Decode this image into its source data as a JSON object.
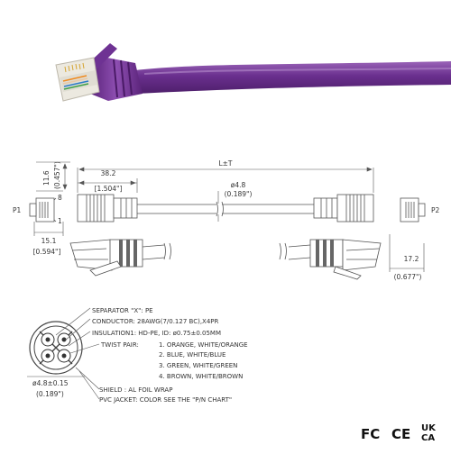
{
  "photo": {
    "cable_color": "#6a2f8e",
    "cable_highlight": "#9a64b8",
    "connector_color": "#e8e6df"
  },
  "drawing": {
    "length": "L±T",
    "plug_length_mm": "38.2",
    "plug_length_in": "[1.504\"]",
    "cable_dia_mm": "ø4.8",
    "cable_dia_in": "(0.189\")",
    "plug_height_mm": "11.6",
    "plug_height_in": "(0.457\")",
    "plug_width_mm": "15.1",
    "plug_width_in": "[0.594\"]",
    "side_width_mm": "17.2",
    "side_width_in": "(0.677\")",
    "pin_8": "8",
    "pin_1": "1",
    "p1": "P1",
    "p2": "P2"
  },
  "cross_section": {
    "separator": "SEPARATOR \"X\": PE",
    "conductor": "CONDUCTOR: 28AWG(7/0.127 BC),X4PR",
    "insulation": "INSULATION1: HD-PE, ID: ø0.75±0.05MM",
    "twist_label": "TWIST PAIR:",
    "pairs": [
      "1. ORANGE, WHITE/ORANGE",
      "2. BLUE, WHITE/BLUE",
      "3. GREEN, WHITE/GREEN",
      "4. BROWN, WHITE/BROWN"
    ],
    "shield": "SHIELD : AL FOIL WRAP",
    "jacket": "PVC JACKET: COLOR SEE THE \"P/N CHART\"",
    "diameter_mm": "ø4.8±0.15",
    "diameter_in": "(0.189\")"
  },
  "marks": {
    "fc": "FC",
    "ce": "CE",
    "ukca_top": "UK",
    "ukca_bottom": "CA"
  }
}
